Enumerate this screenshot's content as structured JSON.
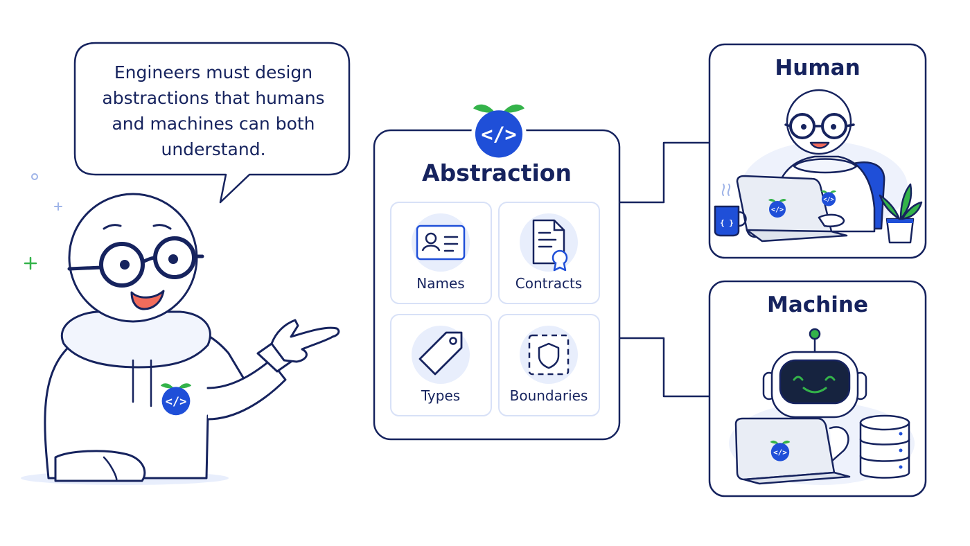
{
  "speech_bubble": {
    "lines": [
      "Engineers must design",
      "abstractions that humans",
      "and machines can both",
      "understand."
    ]
  },
  "abstraction": {
    "title": "Abstraction",
    "cards": [
      {
        "label": "Names",
        "icon": "id-card-icon"
      },
      {
        "label": "Contracts",
        "icon": "contract-document-icon"
      },
      {
        "label": "Types",
        "icon": "tag-icon"
      },
      {
        "label": "Boundaries",
        "icon": "shield-boundary-icon"
      }
    ]
  },
  "human_panel": {
    "title": "Human",
    "mug_label": "{ }"
  },
  "machine_panel": {
    "title": "Machine"
  },
  "logo": {
    "glyph": "</>"
  },
  "colors": {
    "ink": "#16235e",
    "brand_blue": "#1f4fd8",
    "leaf_green": "#34b34a",
    "soft_blue": "#e8eefc",
    "card_border": "#d8e1f7",
    "robot_screen": "#16233f"
  }
}
